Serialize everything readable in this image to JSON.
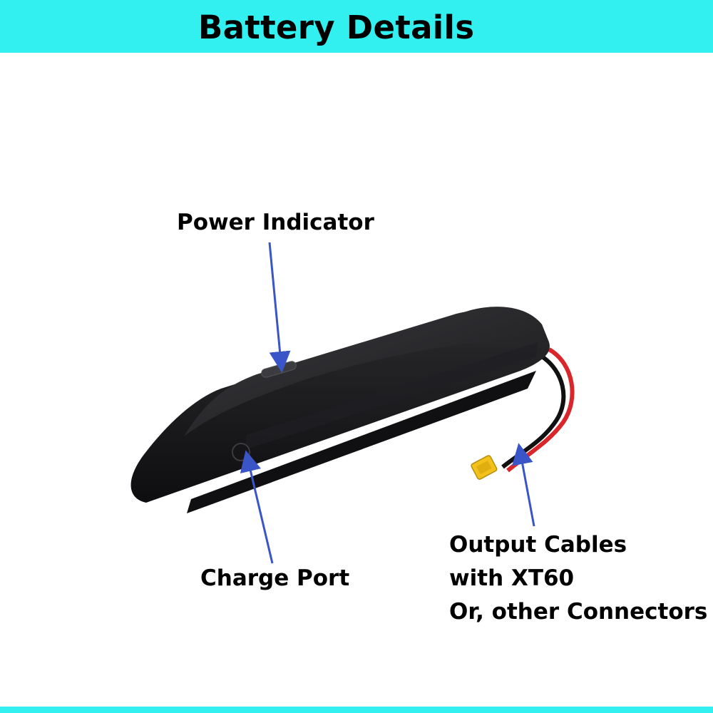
{
  "header": {
    "title": "Battery Details"
  },
  "callouts": {
    "power_indicator": "Power Indicator",
    "charge_port": "Charge Port",
    "output_cables": {
      "line1": "Output Cables",
      "line2": "with XT60",
      "line3": "Or, other Connectors"
    }
  },
  "colors": {
    "band": "#33f0f0",
    "arrow": "#3a55c8",
    "battery_body": "#1a1a1c",
    "red_wire": "#d8262b",
    "connector": "#f2c21b"
  },
  "icons": {
    "battery": "battery-pack-illustration",
    "connector": "xt60-connector-icon"
  }
}
